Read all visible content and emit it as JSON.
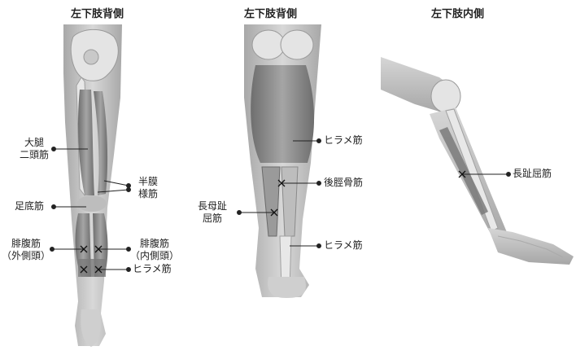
{
  "panels": {
    "left": {
      "title": "左下肢背側"
    },
    "middle": {
      "title": "左下肢背側"
    },
    "right": {
      "title": "左下肢内側"
    }
  },
  "labels": {
    "biceps_femoris_1": "大腿",
    "biceps_femoris_2": "二頭筋",
    "semimembranosus_1": "半膜",
    "semimembranosus_2": "様筋",
    "plantaris": "足底筋",
    "gastroc_lateral_1": "腓腹筋",
    "gastroc_lateral_2": "（外側頭）",
    "gastroc_medial_1": "腓腹筋",
    "gastroc_medial_2": "（内側頭）",
    "soleus_left": "ヒラメ筋",
    "soleus_mid_upper": "ヒラメ筋",
    "tibialis_posterior": "後脛骨筋",
    "fhl_1": "長母趾",
    "fhl_2": "屈筋",
    "soleus_mid_lower": "ヒラメ筋",
    "fdl": "長趾屈筋"
  },
  "colors": {
    "skin": "#c9c9c9",
    "skin_shadow": "#9a9a9a",
    "bone": "#e6e6e6",
    "muscle": "#8a8a8a",
    "line": "#222222"
  }
}
